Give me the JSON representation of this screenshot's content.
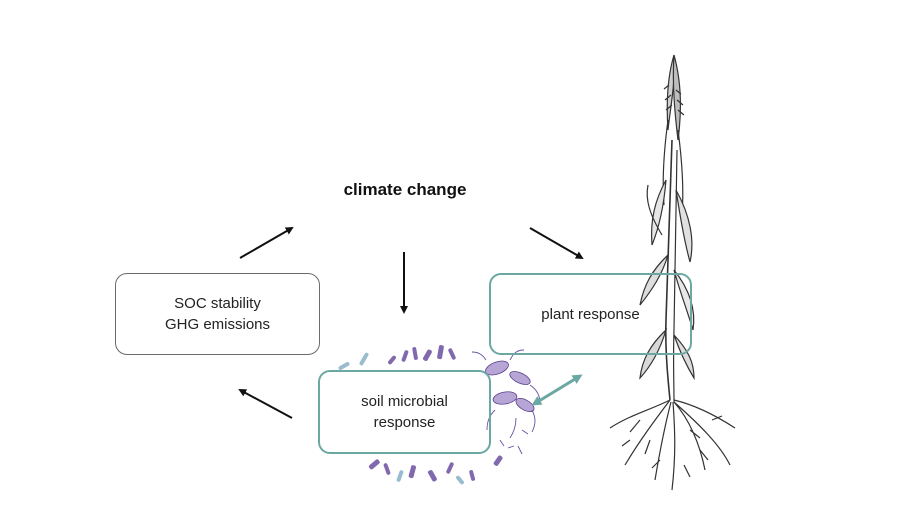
{
  "diagram": {
    "title": "climate change",
    "nodes": {
      "soc": {
        "line1": "SOC stability",
        "line2": "GHG emissions"
      },
      "plant": {
        "label": "plant response"
      },
      "soil": {
        "line1": "soil microbial",
        "line2": "response"
      }
    },
    "edges": [
      {
        "from": "soc",
        "to": "climate change"
      },
      {
        "from": "climate change",
        "to": "plant"
      },
      {
        "from": "climate change",
        "to": "soil"
      },
      {
        "from": "soil",
        "to": "soc"
      },
      {
        "from": "soil",
        "to": "plant",
        "bidirectional": true
      }
    ],
    "colors": {
      "accent": "#6ba8a3",
      "arrow": "#111111",
      "microbes": "#6a4fa0"
    },
    "illustrations": [
      "plant-illustration",
      "microbes-illustration"
    ]
  }
}
